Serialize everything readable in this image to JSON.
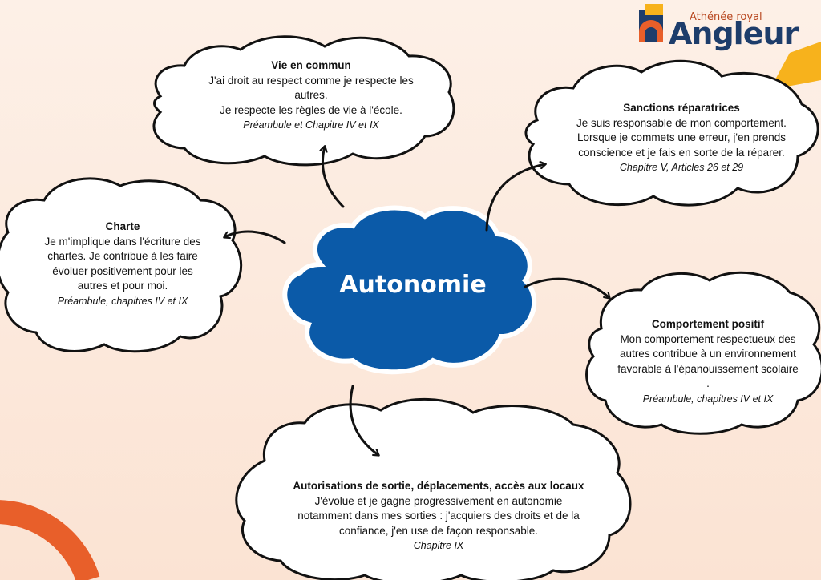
{
  "logo": {
    "small": "Athénée royal",
    "big": "Angleur"
  },
  "center": {
    "title": "Autonomie"
  },
  "nodes": {
    "vie": {
      "title": "Vie en commun",
      "lines": [
        "J'ai droit au respect comme je respecte les",
        "autres.",
        "Je respecte les règles de vie à l'école."
      ],
      "ref": "Préambule et Chapitre IV et IX"
    },
    "sanctions": {
      "title": "Sanctions réparatrices",
      "lines": [
        "Je suis responsable de mon comportement.",
        "Lorsque je commets une erreur, j'en prends",
        "conscience et je fais en sorte de la réparer."
      ],
      "ref": "Chapitre V, Articles 26 et 29"
    },
    "charte": {
      "title": "Charte",
      "lines": [
        "Je m'implique dans l'écriture des",
        "chartes. Je contribue à les faire",
        "évoluer positivement pour les",
        "autres et pour moi."
      ],
      "ref": "Préambule, chapitres IV et IX"
    },
    "comportement": {
      "title": "Comportement positif",
      "lines": [
        "Mon comportement respectueux des",
        "autres contribue à un environnement",
        "favorable à l'épanouissement scolaire",
        "."
      ],
      "ref": "Préambule, chapitres IV et IX"
    },
    "autorisations": {
      "title": "Autorisations de sortie, déplacements, accès aux locaux",
      "lines": [
        "J'évolue et je gagne progressivement en autonomie",
        "notamment dans mes sorties : j'acquiers des droits et de la",
        "confiance, j'en use de façon responsable."
      ],
      "ref": "Chapitre IX"
    }
  },
  "colors": {
    "center": "#0b5aa8",
    "accent_orange": "#e85f2a",
    "accent_yellow": "#f7b21c",
    "logo_blue": "#1d3d6b"
  }
}
